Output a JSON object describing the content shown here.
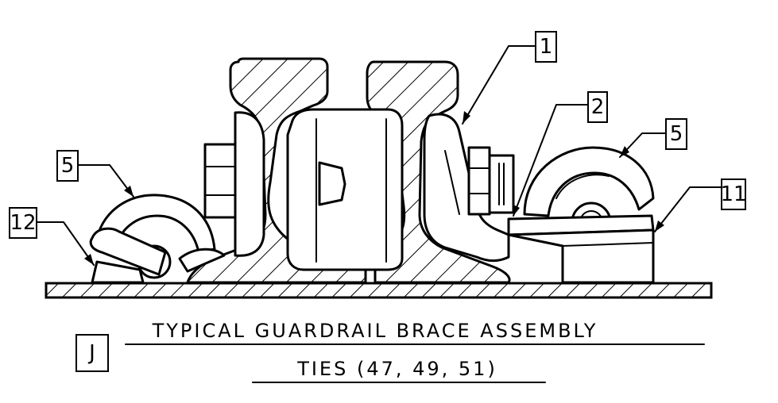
{
  "callouts": {
    "c1": "1",
    "c2": "2",
    "c5_right": "5",
    "c5_left": "5",
    "c11": "11",
    "c12": "12"
  },
  "caption": {
    "letter": "J",
    "line1": "TYPICAL GUARDRAIL BRACE ASSEMBLY",
    "line2": "TIES (47, 49, 51)"
  }
}
